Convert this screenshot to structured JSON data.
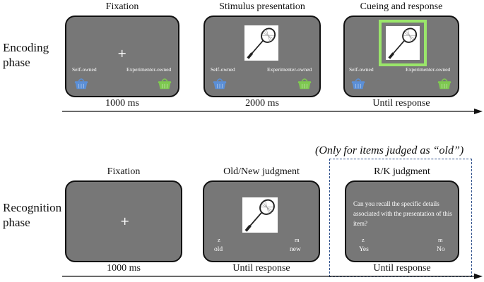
{
  "encoding": {
    "phase_label": "Encoding phase",
    "screens": [
      {
        "title": "Fixation",
        "time": "1000 ms",
        "left_basket": "Self-owned",
        "right_basket": "Experimenter-owned"
      },
      {
        "title": "Stimulus presentation",
        "time": "2000 ms",
        "left_basket": "Self-owned",
        "right_basket": "Experimenter-owned"
      },
      {
        "title": "Cueing and response",
        "time": "Until response",
        "left_basket": "Self-owned",
        "right_basket": "Experimenter-owned"
      }
    ]
  },
  "recognition": {
    "phase_label": "Recognition phase",
    "note": "(Only for items judged as “old”)",
    "screens": [
      {
        "title": "Fixation",
        "time": "1000 ms"
      },
      {
        "title": "Old/New judgment",
        "time": "Until response",
        "key_left": "z",
        "key_right": "m",
        "resp_left": "old",
        "resp_right": "new"
      },
      {
        "title": "R/K judgment",
        "time": "Until response",
        "question": "Can you recall the specific details associated with the presentation of this item?",
        "key_left": "z",
        "key_right": "m",
        "resp_left": "Yes",
        "resp_right": "No"
      }
    ]
  },
  "icons": {
    "stimulus": "badminton-racket-icon",
    "basket_left": "blue-basket-icon",
    "basket_right": "green-basket-icon"
  },
  "colors": {
    "screen": "#777777",
    "left_basket": "#5b8fd6",
    "right_basket": "#7ec850",
    "cue_frame": "#9ae66a",
    "dashed_box": "#2d4f8b"
  }
}
